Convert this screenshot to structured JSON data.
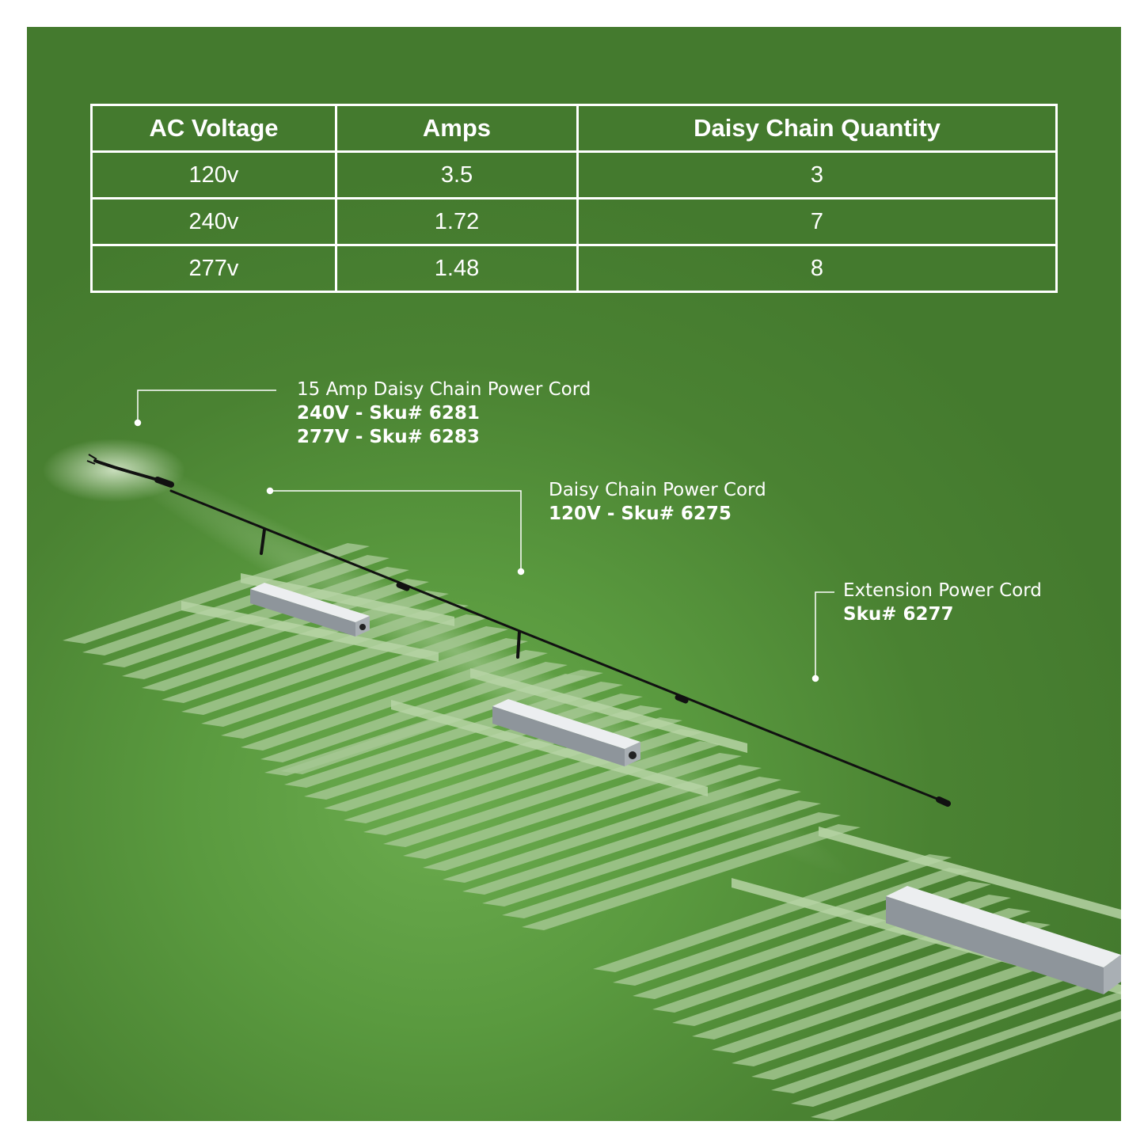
{
  "colors": {
    "background": "#4a8232",
    "glow": "#6bab4e",
    "text": "#ffffff",
    "bar_fill": "#a5c792",
    "driver_body": "#c8ccd0",
    "cord": "#111111"
  },
  "table": {
    "headers": [
      "AC Voltage",
      "Amps",
      "Daisy Chain Quantity"
    ],
    "rows": [
      [
        "120v",
        "3.5",
        "3"
      ],
      [
        "240v",
        "1.72",
        "7"
      ],
      [
        "277v",
        "1.48",
        "8"
      ]
    ]
  },
  "callouts": {
    "fifteen_amp": {
      "title": "15 Amp Daisy Chain Power Cord",
      "line1": "240V - Sku# 6281",
      "line2": "277V - Sku# 6283"
    },
    "daisy_chain": {
      "title": "Daisy Chain Power Cord",
      "line1": "120V - Sku# 6275"
    },
    "extension": {
      "title": "Extension Power Cord",
      "line1": "Sku# 6277"
    }
  }
}
